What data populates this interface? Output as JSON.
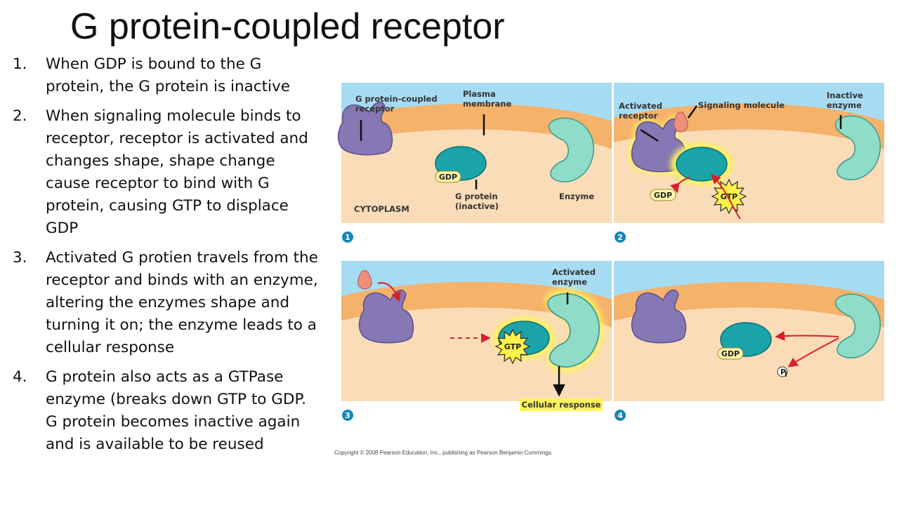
{
  "title": "G protein-coupled receptor",
  "steps": [
    {
      "num": "1.",
      "text": "When GDP is bound to the G protein, the G protein is inactive"
    },
    {
      "num": "2.",
      "text": "When signaling molecule binds to receptor, receptor is activated and changes shape, shape change cause receptor to bind with G protein, causing GTP to displace GDP"
    },
    {
      "num": "3.",
      "text": "Activated G protien travels from the receptor and binds with an enzyme, altering the enzymes shape and turning it on; the enzyme leads to a cellular response"
    },
    {
      "num": "4.",
      "text": "G protein also acts as a GTPase enzyme (breaks down GTP to GDP. G protein becomes inactive again and is available to be reused"
    }
  ],
  "figure": {
    "panels": [
      {
        "number": "1",
        "labels": {
          "receptor": [
            "G protein-coupled",
            "receptor"
          ],
          "membrane": [
            "Plasma",
            "membrane"
          ],
          "g_protein": [
            "G protein",
            "(inactive)"
          ],
          "enzyme": "Enzyme",
          "cytoplasm": "CYTOPLASM",
          "gdp": "GDP"
        }
      },
      {
        "number": "2",
        "labels": {
          "activated_receptor": [
            "Activated",
            "receptor"
          ],
          "signaling_molecule": "Signaling molecule",
          "inactive_enzyme": [
            "Inactive",
            "enzyme"
          ],
          "gdp": "GDP",
          "gtp": "GTP"
        }
      },
      {
        "number": "3",
        "labels": {
          "activated_enzyme": [
            "Activated",
            "enzyme"
          ],
          "gtp": "GTP",
          "cellular_response": "Cellular response"
        }
      },
      {
        "number": "4",
        "labels": {
          "gdp": "GDP",
          "pi": "P",
          "pi_sub": "i"
        }
      }
    ],
    "copyright": "Copyright © 2008 Pearson Education, Inc., publishing as Pearson Benjamin Cummings.",
    "colors": {
      "extracellular": "#a6dcf3",
      "membrane": "#f5b26b",
      "cytoplasm": "#fbdcb8",
      "receptor": "#8578b4",
      "g_protein": "#1aa3a8",
      "enzyme": "#8fdcc9",
      "signal": "#ee8f7a",
      "glow": "#fff35c",
      "arrow": "#d8202a",
      "gtp_star": "#fff14a",
      "pill": "#fff7a8",
      "step_badge": "#1587b8"
    }
  }
}
